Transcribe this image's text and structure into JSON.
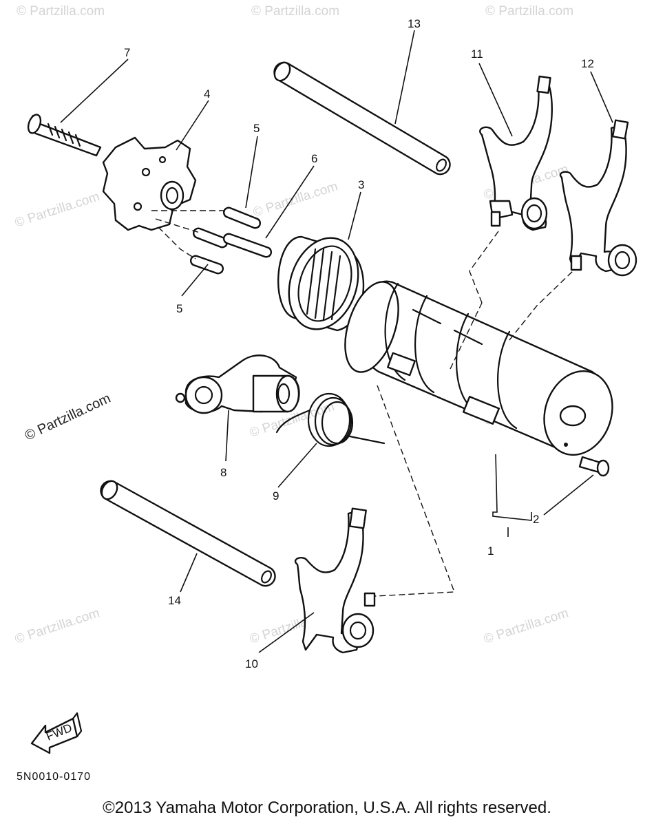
{
  "watermark": "© Partzilla.com",
  "labels": {
    "p1": "1",
    "p2": "2",
    "p3": "3",
    "p4": "4",
    "p5a": "5",
    "p5b": "5",
    "p6": "6",
    "p7": "7",
    "p8": "8",
    "p9": "9",
    "p10": "10",
    "p11": "11",
    "p12": "12",
    "p13": "13",
    "p14": "14"
  },
  "fwd": "FWD",
  "doc_code": "5N0010-0170",
  "copyright": "©2013 Yamaha Motor Corporation, U.S.A. All rights reserved."
}
